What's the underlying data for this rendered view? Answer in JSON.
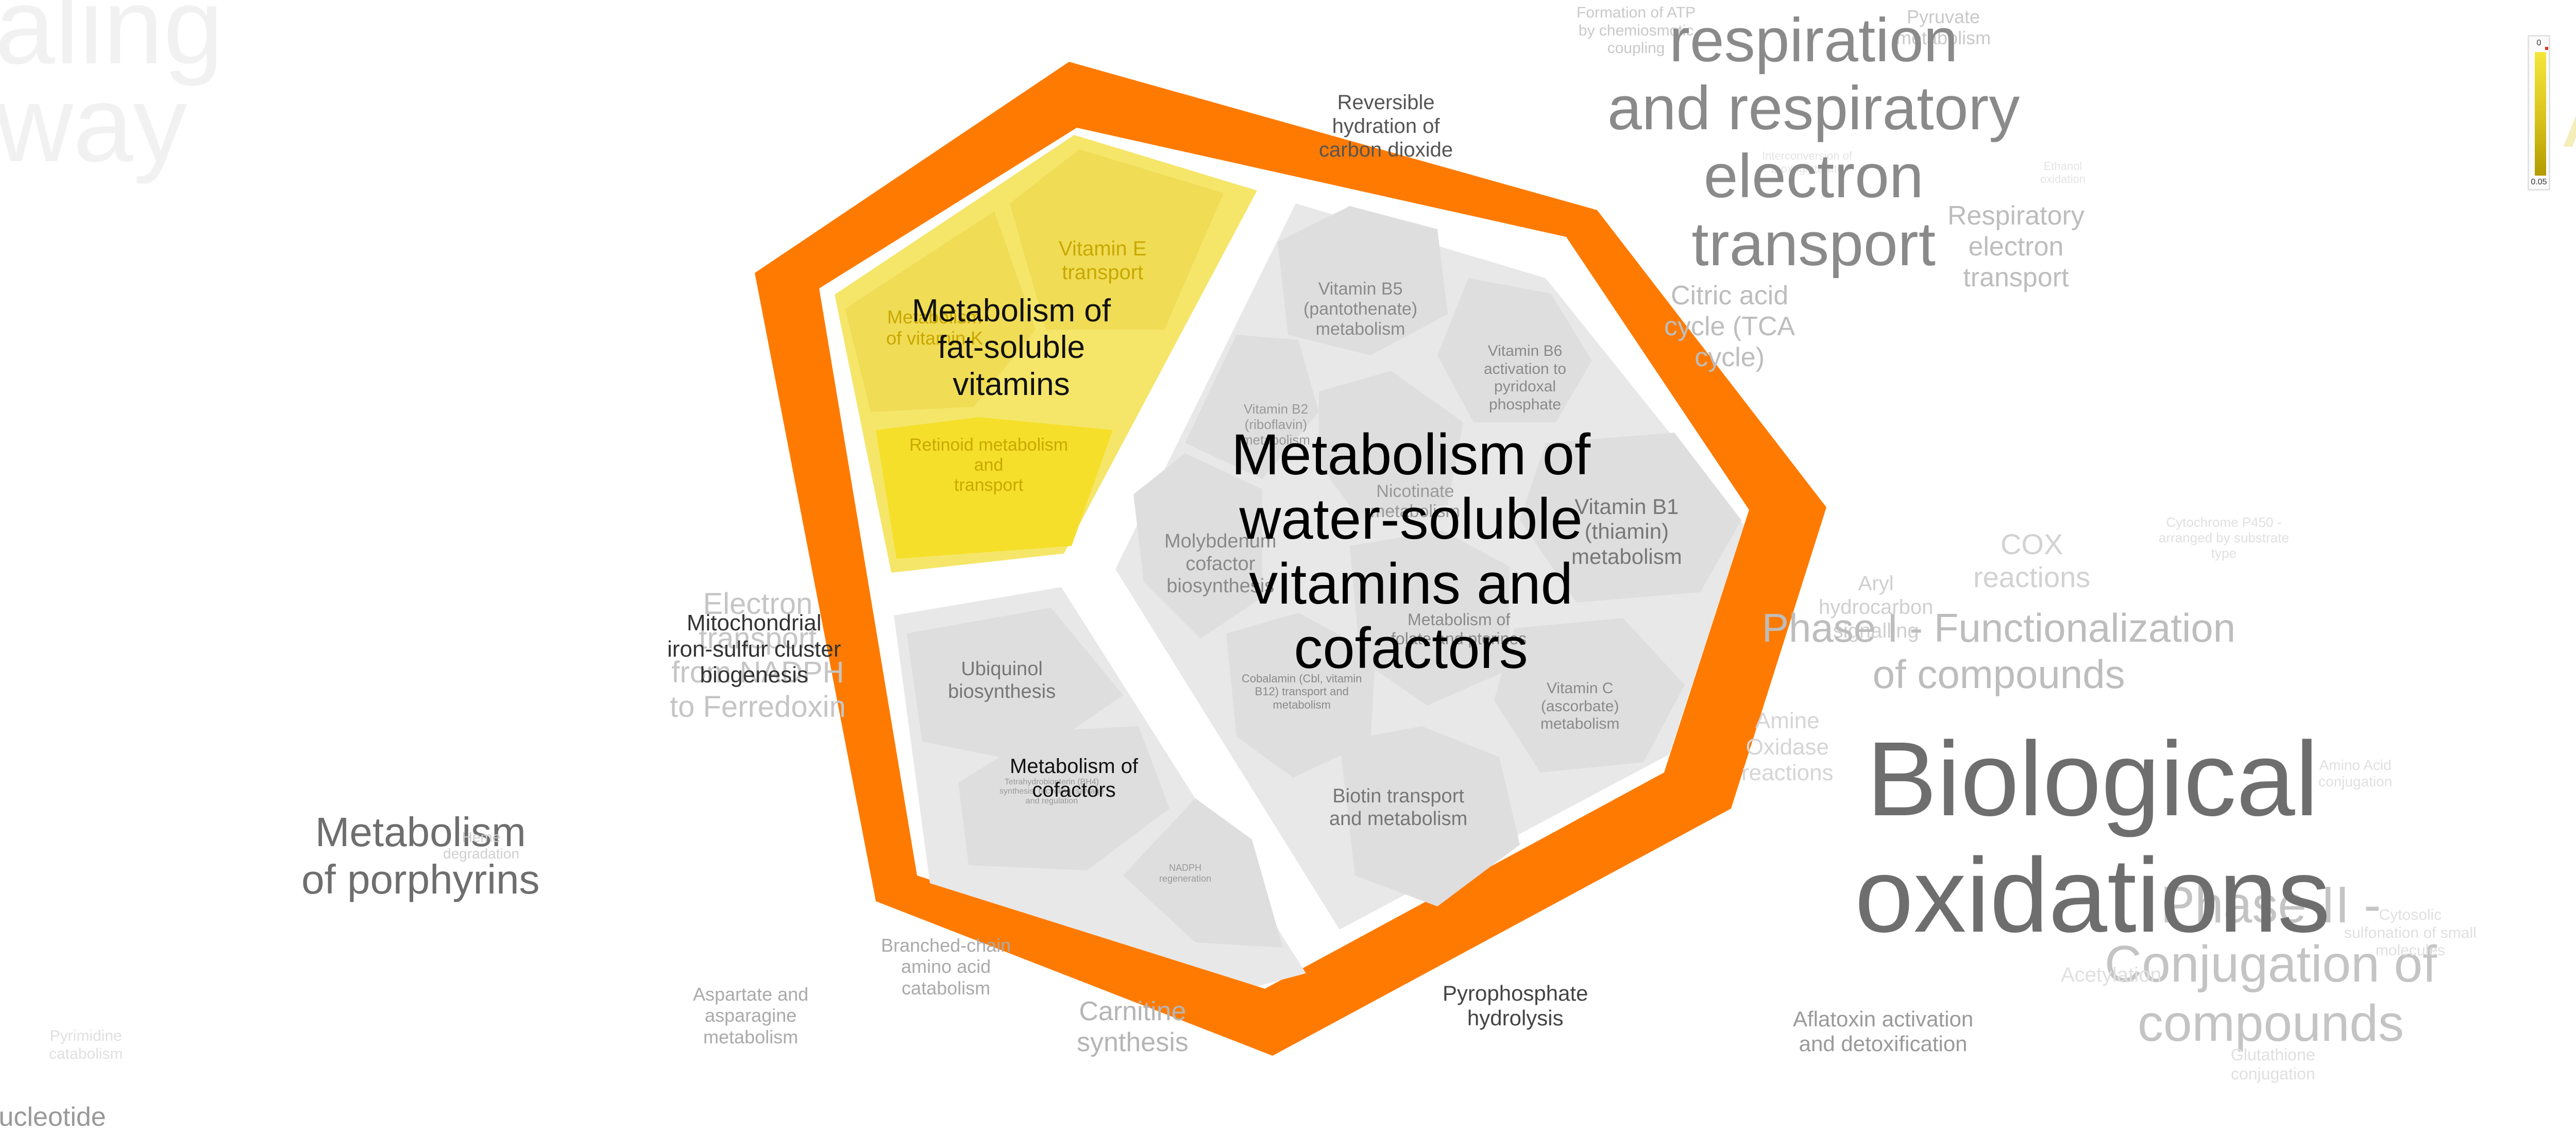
{
  "colors": {
    "orange": "#ff7a00",
    "panel": "#e8e8e8",
    "cell": "#dcdcdc",
    "yellow": "#f5e44a",
    "yellow_dark": "#f2d91e"
  },
  "background_labels": {
    "signaling_fragment": "aling",
    "pathway_fragment": "way",
    "formation_atp": "Formation of ATP\nby chemiosmotic\ncoupling",
    "pyruvate": "Pyruvate\nmetabolism",
    "respiration": "respiration\nand respiratory\nelectron\ntransport",
    "respiratory_sub": "Respiratory\nelectron\ntransport",
    "citric_acid": "Citric acid\ncycle (TCA\ncycle)",
    "reversible_hydration": "Reversible\nhydration of\ncarbon dioxide",
    "electron_transport": "Electron\ntransport\nfrom NADPH\nto Ferredoxin",
    "mito_iron_sulfur": "Mitochondrial\niron-sulfur cluster\nbiogenesis",
    "cox": "COX\nreactions",
    "phase1": "Phase I - Functionalization\nof compounds",
    "aryl": "Aryl\nhydrocarbon\nsignalling",
    "amine_oxidase": "Amine\nOxidase\nreactions",
    "biological_oxidations": "Biological\noxidations",
    "phase2": "Phase II -\nConjugation of\ncompounds",
    "porphyrins": "Metabolism\nof porphyrins",
    "heme_degradation": "Heme\ndegradation",
    "branched_chain": "Branched-chain\namino acid\ncatabolism",
    "aspartate": "Aspartate and\nasparagine\nmetabolism",
    "carnitine": "Carnitine\nsynthesis",
    "pyrophosphate": "Pyrophosphate\nhydrolysis",
    "aflatoxin": "Aflatoxin activation\nand detoxification",
    "pyrimidine": "Pyrimidine\ncatabolism",
    "nucleotide": "Nucleotide",
    "acetylation": "Acetylation",
    "glutathione": "Glutathione\nconjugation",
    "cytosolic_sulfonation": "Cytosolic\nsulfonation of small\nmolecules",
    "amino_acid_conjugation": "Amino Acid\nconjugation",
    "cyp_p450": "Cytochrome P450 -\narranged by substrate\ntype",
    "ethanol_oxidation": "Ethanol\noxidation",
    "interconversion": "Interconversion of\n2-oxoglutarate",
    "right_edge_letter": "A"
  },
  "focus": {
    "fat_soluble": {
      "title": "Metabolism of\nfat-soluble\nvitamins",
      "vitamin_e": "Vitamin E\ntransport",
      "vitamin_k": "Metabolism\nof vitamin K",
      "retinoid": "Retinoid metabolism\nand\ntransport"
    },
    "water_soluble": {
      "title": "Metabolism of\nwater-soluble\nvitamins and\ncofactors",
      "b5": "Vitamin B5\n(pantothenate)\nmetabolism",
      "b6": "Vitamin B6\nactivation to\npyridoxal\nphosphate",
      "b2": "Vitamin B2\n(riboflavin)\nmetabolism",
      "nicotinate": "Nicotinate\nmetabolism",
      "b1": "Vitamin B1\n(thiamin)\nmetabolism",
      "molybdenum": "Molybdenum\ncofactor\nbiosynthesis",
      "folate": "Metabolism of\nfolate and pterines",
      "cobalamin": "Cobalamin (Cbl, vitamin\nB12) transport and\nmetabolism",
      "vitamin_c": "Vitamin C\n(ascorbate)\nmetabolism",
      "biotin": "Biotin transport\nand metabolism"
    },
    "cofactors": {
      "title": "Metabolism of\ncofactors",
      "ubiquinol": "Ubiquinol\nbiosynthesis",
      "tetrahydro": "Tetrahydrobiopterin (BH4)\nsynthesis, recycling, salvage\nand regulation",
      "nadph": "NADPH\nregeneration"
    }
  },
  "legend": {
    "top": "0",
    "bottom": "0.05"
  }
}
